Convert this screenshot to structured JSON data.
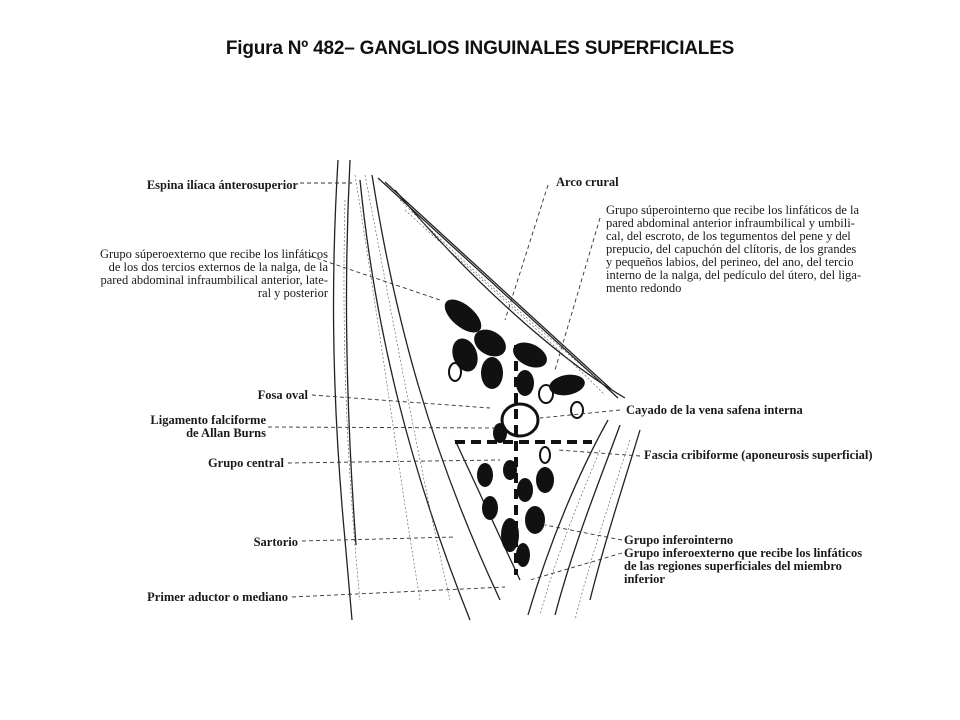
{
  "title": "Figura Nº 482– GANGLIOS INGUINALES SUPERFICIALES",
  "labels": {
    "espina": "Espina ilíaca ánterosuperior",
    "grupo_superoexterno": [
      "Grupo súperoexterno que recibe los linfáticos",
      "de los dos tercios externos de la nalga, de la",
      "pared abdominal infraumbilical anterior, late-",
      "ral y posterior"
    ],
    "fosa_oval": "Fosa oval",
    "ligamento": [
      "Ligamento falciforme",
      "de Allan Burns"
    ],
    "grupo_central": "Grupo central",
    "sartorio": "Sartorio",
    "primer_aductor": "Primer aductor o mediano",
    "arco_crural": "Arco crural",
    "grupo_superointerno": [
      "Grupo súperointerno que recibe los linfáticos de la",
      "pared abdominal anterior infraumbilical y umbili-",
      "cal, del escroto, de los tegumentos del pene y del",
      "prepucio, del capuchón del clítoris, de los grandes",
      "y pequeños labios, del perineo, del ano, del tercio",
      "interno de la nalga, del pedículo del útero, del liga-",
      "mento redondo"
    ],
    "cayado": "Cayado de la vena safena interna",
    "fascia": "Fascia cribiforme (aponeurosis superficial)",
    "grupo_inferointerno": "Grupo inferointerno",
    "grupo_inferoexterno": [
      "Grupo inferoexterno que recibe los linfáticos",
      "de las regiones superficiales del miembro",
      "inferior"
    ]
  }
}
